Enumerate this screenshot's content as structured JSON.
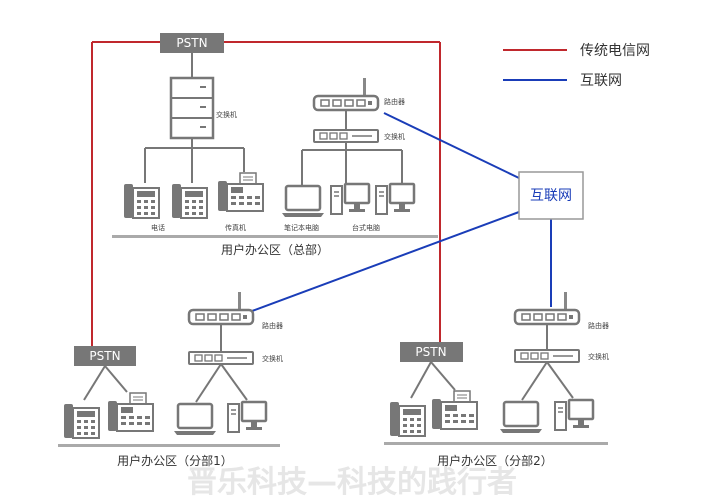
{
  "legend": [
    {
      "label": "传统电信网",
      "color": "#c0282d"
    },
    {
      "label": "互联网",
      "color": "#1a3db8"
    }
  ],
  "colors": {
    "pstn": "#c0282d",
    "internet": "#1a3db8",
    "device": "#777777",
    "base": "#aaaaaa"
  },
  "internet_node": {
    "label": "互联网"
  },
  "hq": {
    "pstn_label": "PSTN",
    "switch_label": "交换机",
    "router_label": "路由器",
    "data_switch_label": "交换机",
    "phone_label": "电话",
    "fax_label": "传真机",
    "laptop_label": "笔记本电脑",
    "desktop_label": "台式电脑",
    "office_label": "用户办公区（总部）"
  },
  "branch1": {
    "pstn_label": "PSTN",
    "router_label": "路由器",
    "switch_label": "交换机",
    "office_label": "用户办公区（分部1）"
  },
  "branch2": {
    "pstn_label": "PSTN",
    "router_label": "路由器",
    "switch_label": "交换机",
    "office_label": "用户办公区（分部2）"
  },
  "watermark": "晋乐科技—科技的践行者"
}
